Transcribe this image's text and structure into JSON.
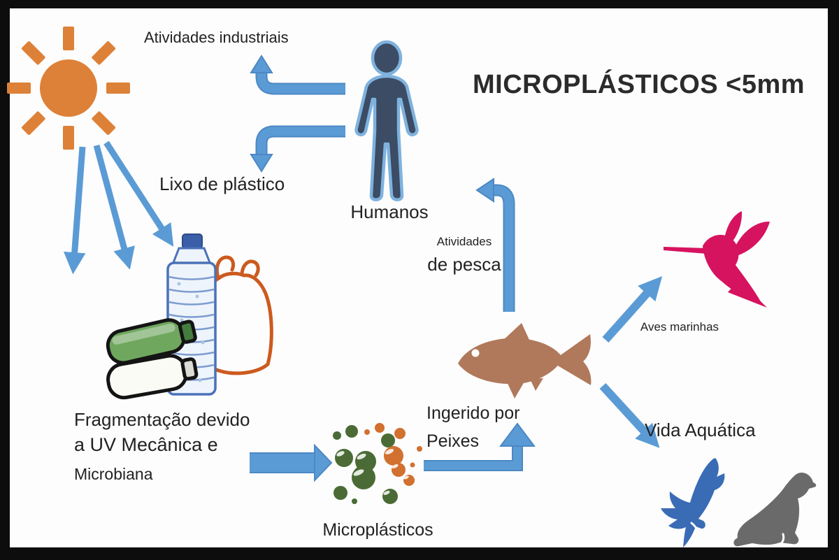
{
  "title": "MICROPLÁSTICOS <5mm",
  "labels": {
    "industrial_activities": "Atividades industriais",
    "plastic_waste": "Lixo de plástico",
    "humans": "Humanos",
    "fishing_activities_line1": "Atividades",
    "fishing_activities_line2": "de pesca",
    "seabirds": "Aves marinhas",
    "aquatic_life": "Vida Aquática",
    "ingested_by_line1": "Ingerido por",
    "ingested_by_line2": "Peixes",
    "fragmentation_line1": "Fragmentação devido",
    "fragmentation_line2": "a UV Mecânica e",
    "fragmentation_line3": "Microbiana",
    "microplastics": "Microplásticos"
  },
  "icons": {
    "sun": "sun-icon",
    "sun_rays": "sun-rays-arrows-icon",
    "human": "human-figure-icon",
    "water_bottle": "water-bottle-icon",
    "green_bottle": "green-bottle-icon",
    "white_bottle": "white-bottle-icon",
    "plastic_bag": "plastic-bag-icon",
    "microplastic_particles": "microplastic-particles-icon",
    "fish": "fish-icon",
    "hummingbird": "hummingbird-icon",
    "dolphin": "dolphin-icon",
    "seal": "seal-icon",
    "flow_arrows": "flow-arrow-icon"
  },
  "colors": {
    "frame": "#0d0d0d",
    "background": "#fdfdfd",
    "arrow_blue": "#5b9bd5",
    "arrow_blue_border": "#4c88c4",
    "sun_orange": "#dd8138",
    "human_navy": "#3b4c64",
    "human_glow": "#7fb2de",
    "fish_brown": "#b0795b",
    "bird_pink": "#d6135f",
    "dolphin_blue": "#3a6bb5",
    "seal_gray": "#6a6a6a",
    "micro_green": "#4a6b35",
    "micro_orange": "#d2702f",
    "bag_orange": "#cc5a1e",
    "bottle_outline_blue": "#4a72b8",
    "bottle_fill": "#eef4fb",
    "bottle_cap_blue": "#3a5fa8",
    "green_bottle": "#6fa75f",
    "text_dark": "#222222"
  }
}
